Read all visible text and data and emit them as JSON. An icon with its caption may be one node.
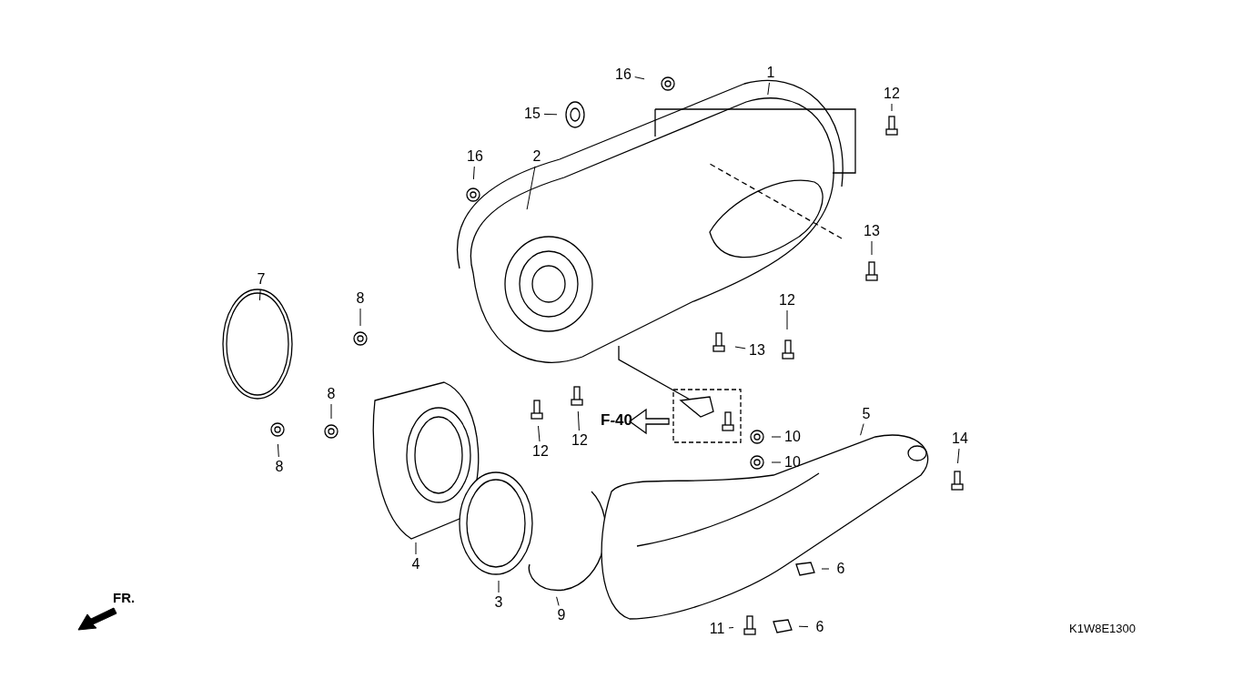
{
  "diagram": {
    "nodes": [
      {
        "text": [
          "1"
        ]
      },
      {
        "text": [
          "2"
        ]
      },
      {
        "text": [
          "16"
        ]
      },
      {
        "text": [
          "15"
        ]
      },
      {
        "text": [
          "16"
        ]
      },
      {
        "text": [
          "12"
        ]
      },
      {
        "text": [
          "13"
        ]
      },
      {
        "text": [
          "12"
        ]
      },
      {
        "text": [
          "13"
        ]
      },
      {
        "text": [
          "7"
        ]
      },
      {
        "text": [
          "8"
        ]
      },
      {
        "text": [
          "8"
        ]
      },
      {
        "text": [
          "8"
        ]
      },
      {
        "text": [
          "12"
        ]
      },
      {
        "text": [
          "12"
        ]
      },
      {
        "text": [
          "10"
        ]
      },
      {
        "text": [
          "10"
        ]
      },
      {
        "text": [
          "5"
        ]
      },
      {
        "text": [
          "14"
        ]
      },
      {
        "text": [
          "4"
        ]
      },
      {
        "text": [
          "3"
        ]
      },
      {
        "text": [
          "9"
        ]
      },
      {
        "text": [
          "6"
        ]
      },
      {
        "text": [
          "6"
        ]
      },
      {
        "text": [
          "11"
        ]
      }
    ],
    "edges": [
      {
        "from": 0,
        "to": null,
        "arrow": "none"
      },
      {
        "from": 1,
        "to": null,
        "arrow": "none"
      },
      {
        "from": 2,
        "to": null,
        "arrow": "none"
      },
      {
        "from": 3,
        "to": null,
        "arrow": "none"
      },
      {
        "from": 4,
        "to": null,
        "arrow": "none"
      },
      {
        "from": 5,
        "to": null,
        "arrow": "none"
      },
      {
        "from": 6,
        "to": null,
        "arrow": "none"
      },
      {
        "from": 7,
        "to": null,
        "arrow": "none"
      },
      {
        "from": 8,
        "to": null,
        "arrow": "none"
      },
      {
        "from": 9,
        "to": null,
        "arrow": "none"
      },
      {
        "from": 10,
        "to": null,
        "arrow": "none"
      },
      {
        "from": 11,
        "to": null,
        "arrow": "none"
      },
      {
        "from": 12,
        "to": null,
        "arrow": "none"
      },
      {
        "from": 13,
        "to": null,
        "arrow": "none"
      },
      {
        "from": 14,
        "to": null,
        "arrow": "none"
      },
      {
        "from": 15,
        "to": null,
        "arrow": "none"
      },
      {
        "from": 16,
        "to": null,
        "arrow": "none"
      },
      {
        "from": 17,
        "to": null,
        "arrow": "none"
      },
      {
        "from": 18,
        "to": null,
        "arrow": "none"
      },
      {
        "from": 19,
        "to": null,
        "arrow": "none"
      },
      {
        "from": 20,
        "to": null,
        "arrow": "none"
      },
      {
        "from": 21,
        "to": null,
        "arrow": "none"
      },
      {
        "from": 22,
        "to": null,
        "arrow": "none"
      },
      {
        "from": 23,
        "to": null,
        "arrow": "none"
      },
      {
        "from": 24,
        "to": null,
        "arrow": "none"
      }
    ],
    "labels": [
      "F-40",
      "FR.",
      "K1W8E1300"
    ]
  }
}
